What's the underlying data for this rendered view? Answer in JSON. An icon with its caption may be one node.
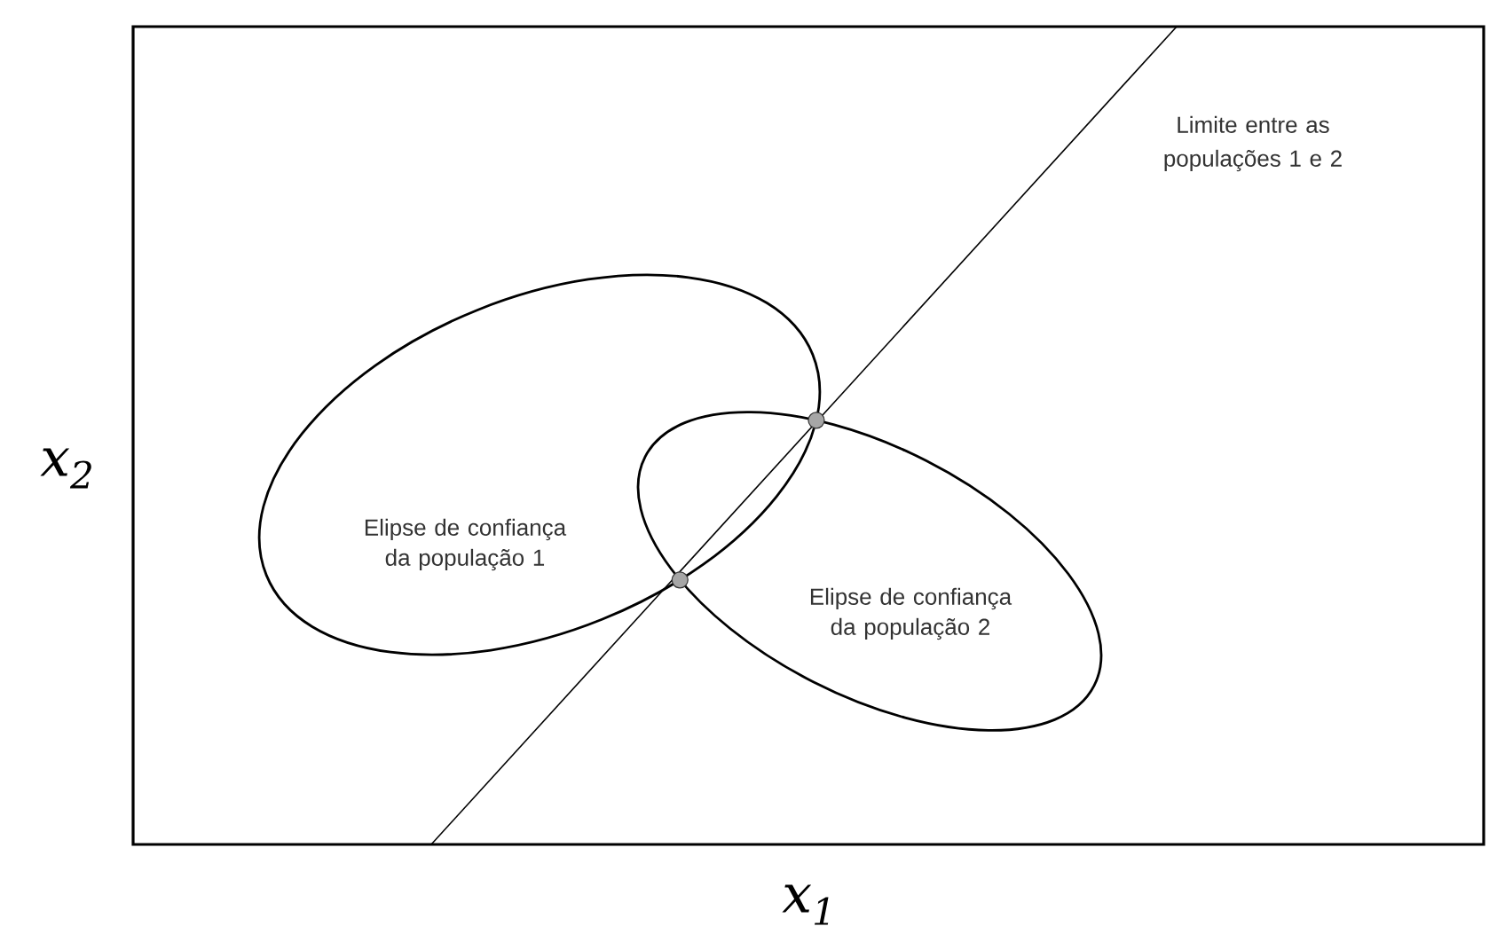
{
  "diagram": {
    "nodes": [
      {
        "text": [
          "Elipse de confiança da população 1"
        ]
      },
      {
        "text": [
          "Elipse de confiança da população 2"
        ]
      }
    ],
    "edges": [],
    "labels": [
      "Limite entre as populações 1 e 2",
      "x$_{2}$",
      "x$_{1}$"
    ]
  }
}
